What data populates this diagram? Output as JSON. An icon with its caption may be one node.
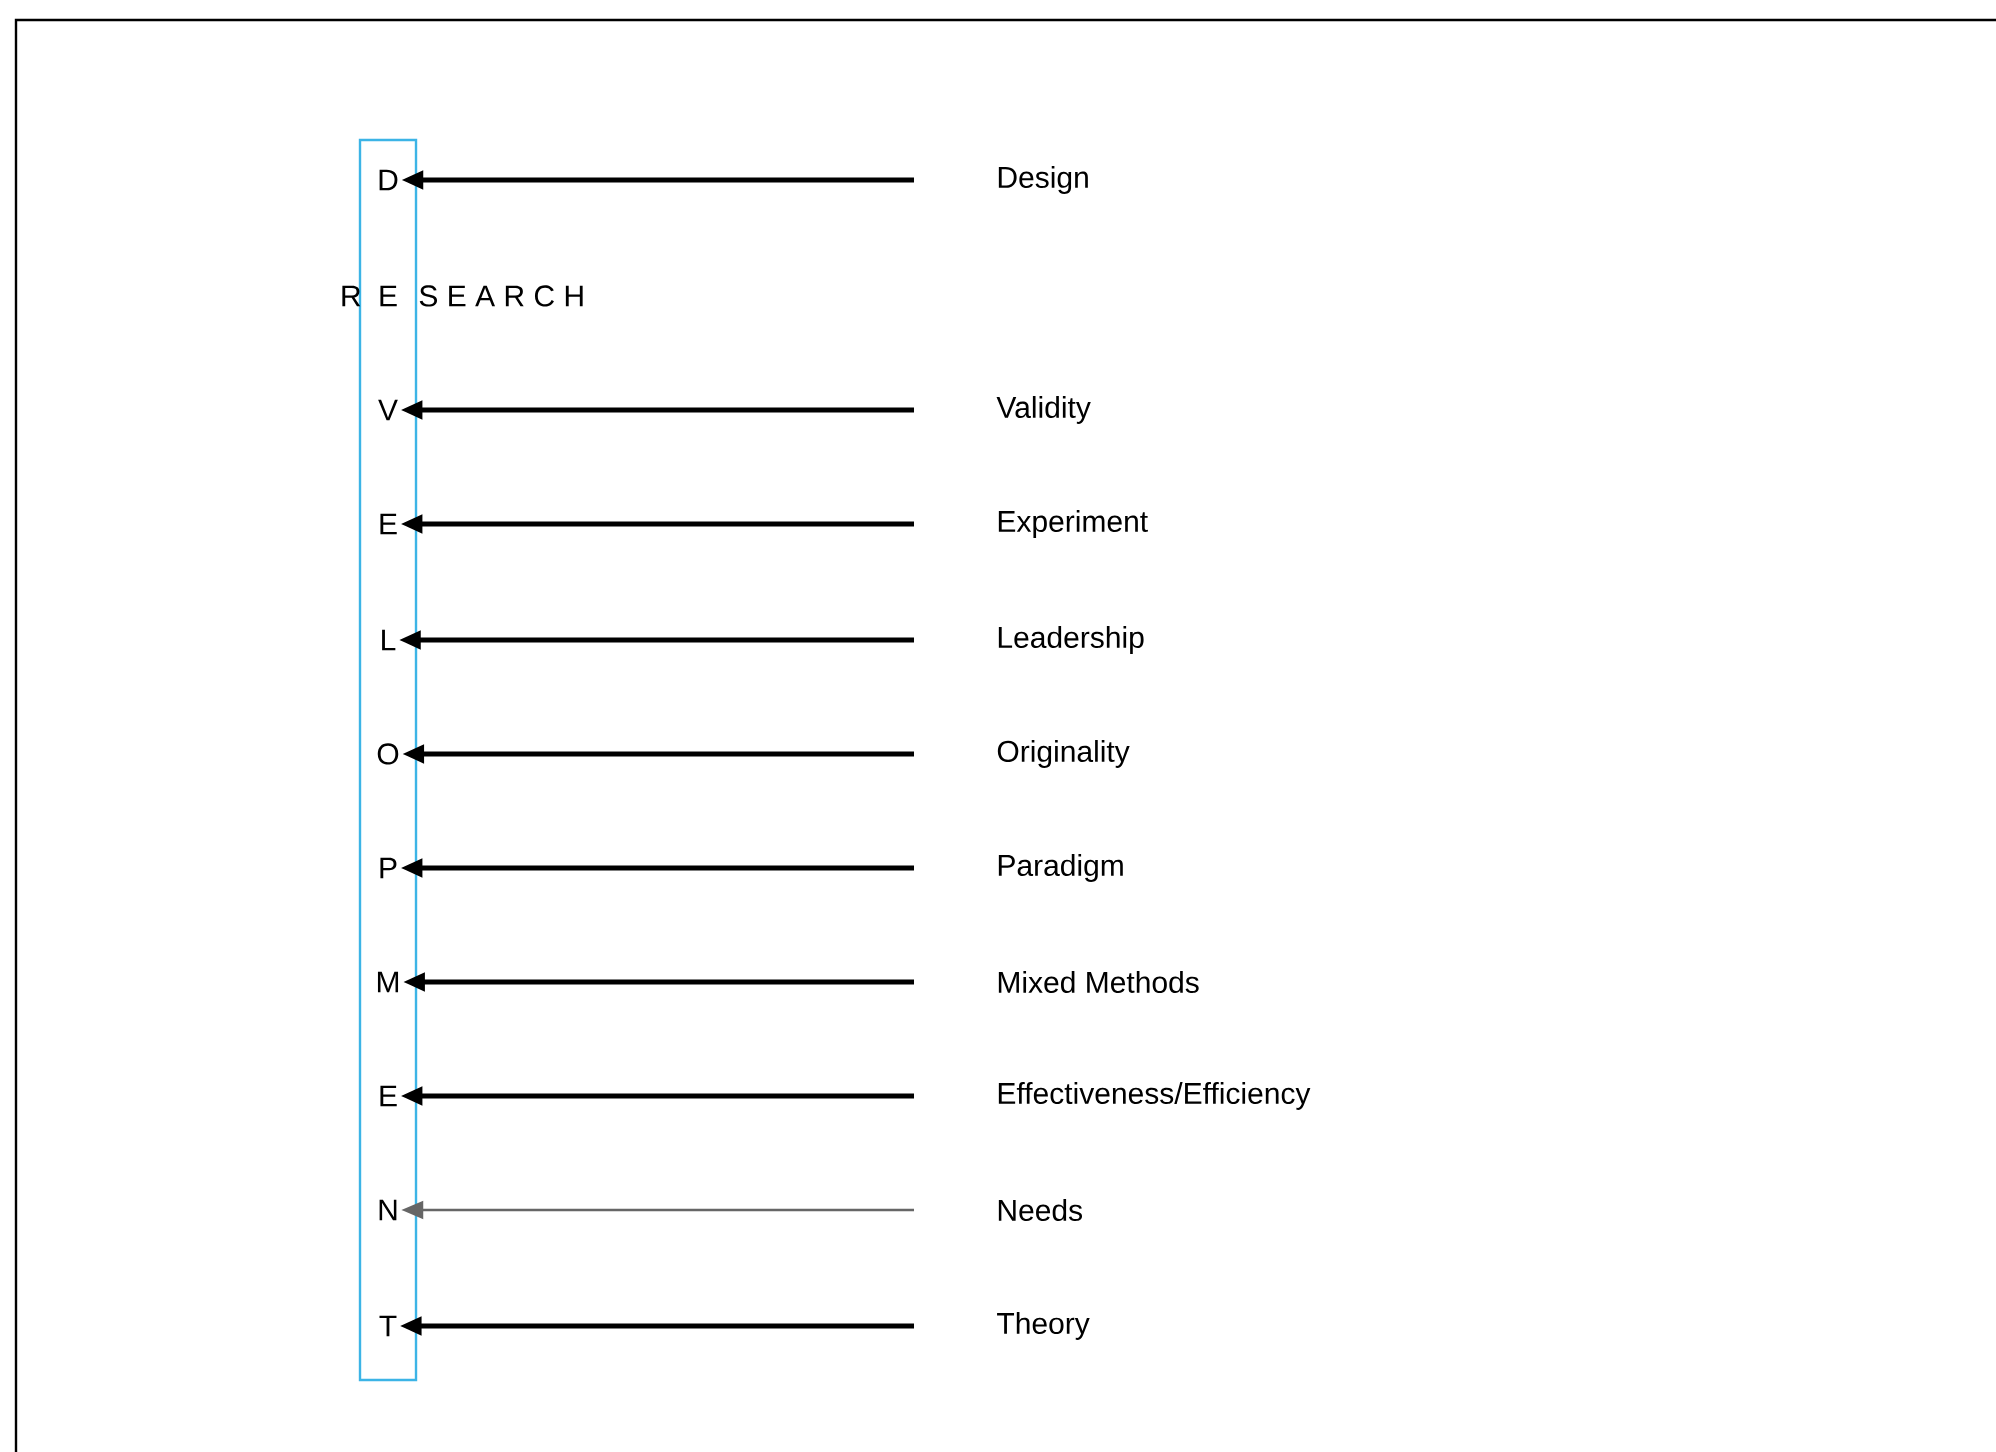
{
  "diagram": {
    "nodes": [
      {
        "text": [],
        "shape": "box"
      },
      {
        "text": [
          "D"
        ],
        "in": 0
      },
      {
        "text": [
          "E"
        ],
        "in": 0
      },
      {
        "text": [
          "V"
        ],
        "in": 0
      },
      {
        "text": [
          "E"
        ],
        "in": 0
      },
      {
        "text": [
          "L"
        ],
        "in": 0
      },
      {
        "text": [
          "O"
        ],
        "in": 0
      },
      {
        "text": [
          "P"
        ],
        "in": 0
      },
      {
        "text": [
          "M"
        ],
        "in": 0
      },
      {
        "text": [
          "E"
        ],
        "in": 0
      },
      {
        "text": [
          "N"
        ],
        "in": 0
      },
      {
        "text": [
          "T"
        ],
        "in": 0
      },
      {
        "text": [
          "Design"
        ]
      },
      {
        "text": [
          "Validity"
        ]
      },
      {
        "text": [
          "Experiment"
        ]
      },
      {
        "text": [
          "Leadership"
        ]
      },
      {
        "text": [
          "Originality"
        ]
      },
      {
        "text": [
          "Paradigm"
        ]
      },
      {
        "text": [
          "Mixed Methods"
        ]
      },
      {
        "text": [
          "Effectiveness/Efficiency"
        ]
      },
      {
        "text": [
          "Needs"
        ]
      },
      {
        "text": [
          "Theory"
        ]
      }
    ],
    "edges": [
      {
        "from": 12,
        "to": 1,
        "arrow": "to"
      },
      {
        "from": 13,
        "to": 3,
        "arrow": "to"
      },
      {
        "from": 14,
        "to": 4,
        "arrow": "to"
      },
      {
        "from": 15,
        "to": 5,
        "arrow": "to"
      },
      {
        "from": 16,
        "to": 6,
        "arrow": "to"
      },
      {
        "from": 17,
        "to": 7,
        "arrow": "to"
      },
      {
        "from": 18,
        "to": 8,
        "arrow": "to"
      },
      {
        "from": 19,
        "to": 9,
        "arrow": "to"
      },
      {
        "from": 20,
        "to": 10,
        "arrow": "to",
        "color": "#666666"
      },
      {
        "from": 21,
        "to": 11,
        "arrow": "to"
      }
    ],
    "labels": [
      "R",
      "S E A R C H"
    ]
  }
}
